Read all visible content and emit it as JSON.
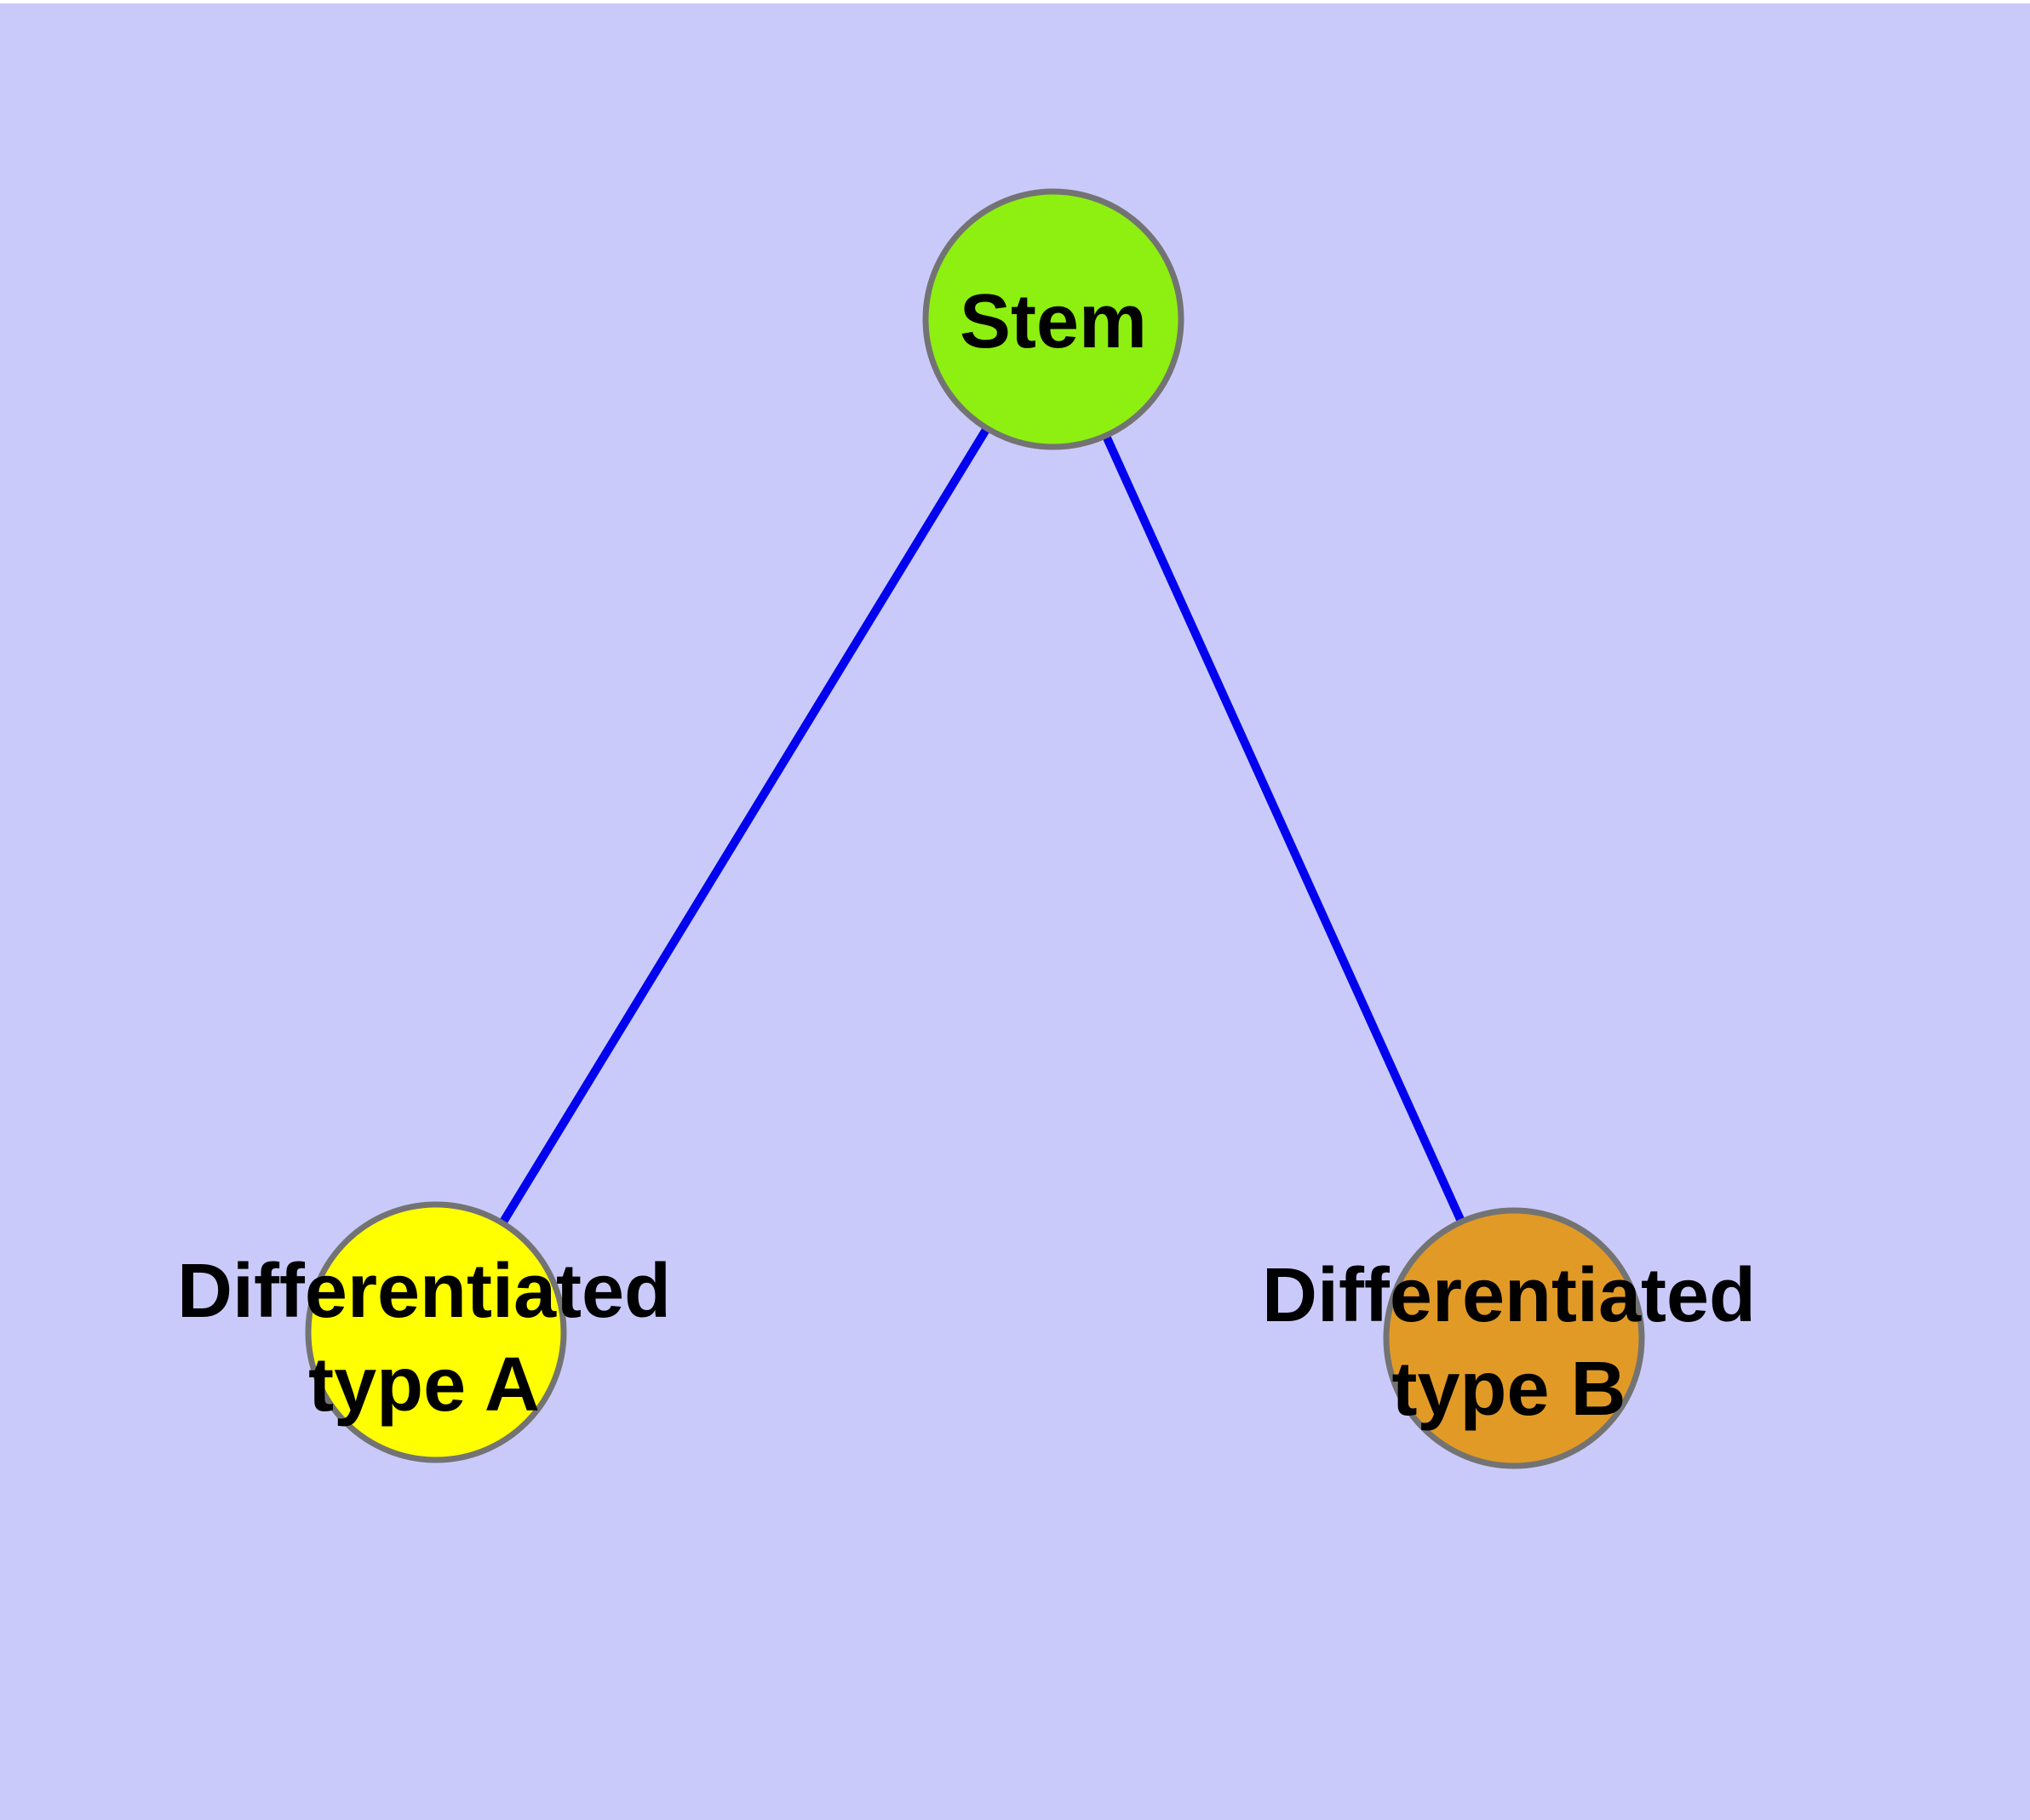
{
  "diagram": {
    "type": "node-edge-graph",
    "background_color": "#CACAFA",
    "top_edge_strip_color": "#FFFFFF",
    "node_border_color": "#737373",
    "label_color": "#000000",
    "edge_color": "#0202EE",
    "nodes": [
      {
        "id": "stem",
        "label": "Stem",
        "fill": "#8DF010"
      },
      {
        "id": "differentiated-type-a",
        "label_lines": [
          "Differentiated",
          "type A"
        ],
        "fill": "#FFFF00"
      },
      {
        "id": "differentiated-type-b",
        "label_lines": [
          "Differentiated",
          "type B"
        ],
        "fill": "#E29A26"
      }
    ],
    "edges": [
      {
        "from": "stem",
        "to": "differentiated-type-a"
      },
      {
        "from": "stem",
        "to": "differentiated-type-b"
      }
    ]
  }
}
